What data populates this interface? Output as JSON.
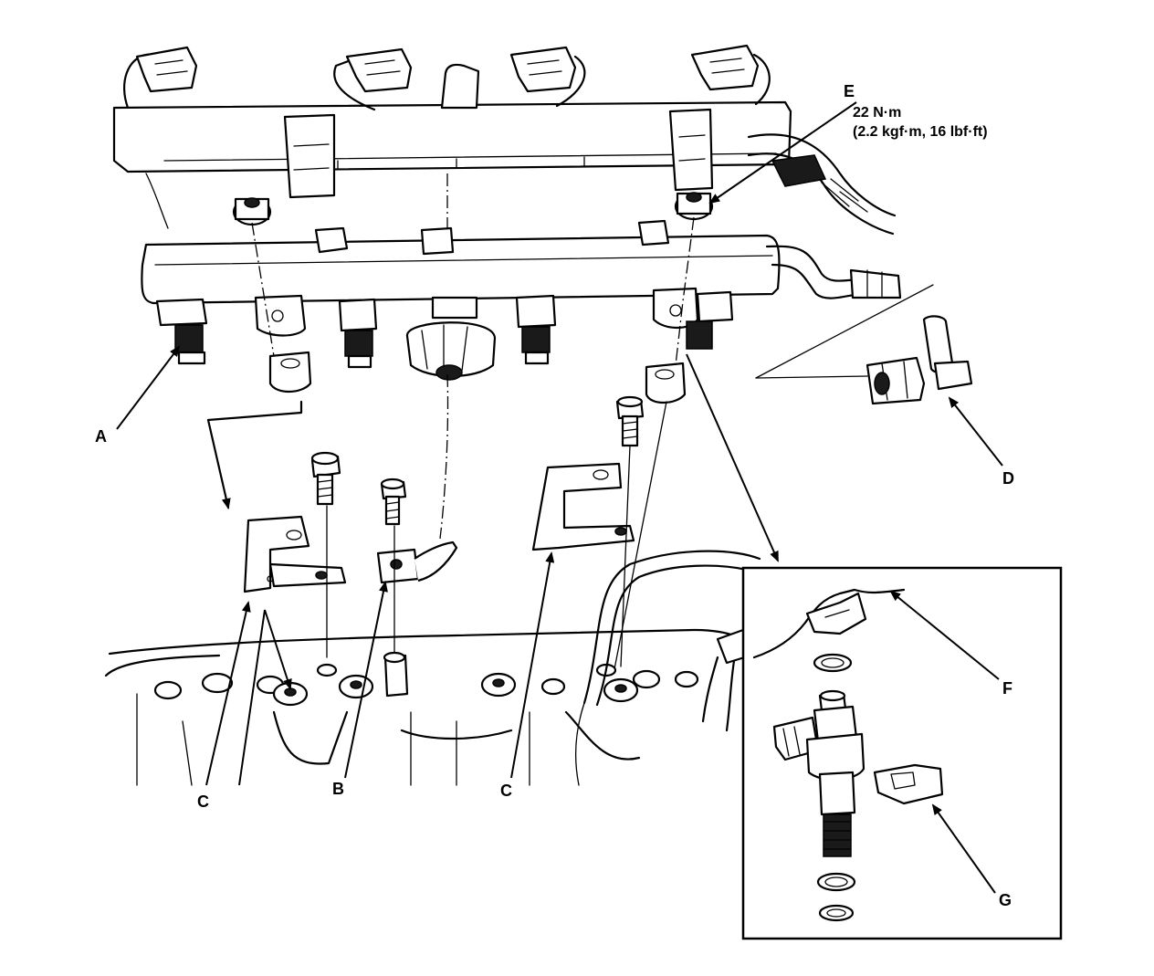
{
  "callouts": {
    "A": "A",
    "B": "B",
    "C": "C",
    "D": "D",
    "E": "E",
    "F": "F",
    "G": "G"
  },
  "torque_spec": {
    "line1": "22 N·m",
    "line2": "(2.2 kgf·m, 16 lbf·ft)"
  }
}
